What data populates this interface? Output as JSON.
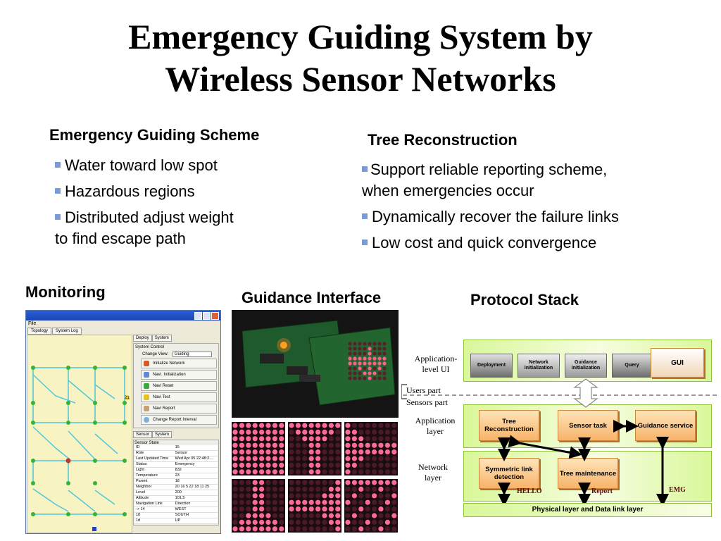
{
  "title": {
    "line1": "Emergency Guiding System by",
    "line2": "Wireless Sensor Networks"
  },
  "scheme": {
    "heading": "Emergency Guiding Scheme",
    "items": [
      {
        "text": "Water toward low spot"
      },
      {
        "text": "Hazardous regions"
      },
      {
        "line1": "Distributed adjust weight",
        "line2": "to find escape path"
      }
    ]
  },
  "tree": {
    "heading": "Tree Reconstruction",
    "items": [
      {
        "line1": "Support reliable reporting scheme,",
        "line2": "when emergencies occur"
      },
      {
        "text": "Dynamically recover the failure links"
      },
      {
        "text": "Low cost and quick convergence"
      }
    ]
  },
  "monitoring": {
    "heading": "Monitoring",
    "menu": "File",
    "tabs": [
      "Topology",
      "System Log"
    ],
    "panel_tabs": [
      "Deploy",
      "System"
    ],
    "system_control": "System Control",
    "change_view_label": "Change View:",
    "change_view_value": "Guiding",
    "buttons": [
      "Initialize Network",
      "Navi. Initialization",
      "Navi Reset",
      "Navi Test",
      "Navi Report",
      "Change Report Interval"
    ],
    "sensor_tabs": [
      "Sensor",
      "System"
    ],
    "sensor_state": "Sensor State",
    "rows": [
      [
        "ID",
        "15"
      ],
      [
        "Role",
        "Sensor"
      ],
      [
        "Last Updated Time",
        "Wed Apr 05 22:48:2..."
      ],
      [
        "Status",
        "Emergency"
      ],
      [
        "Light",
        "832"
      ],
      [
        "Temperature",
        "23"
      ],
      [
        "Parent",
        "18"
      ],
      [
        "Neighbor",
        "20 16 5 22 18 11 25"
      ],
      [
        "Level",
        "200"
      ],
      [
        "Altitude",
        "101.5"
      ],
      [
        "Navigation Link",
        "Direction"
      ],
      [
        "-> 14",
        "WEST"
      ],
      [
        "18",
        "SOUTH"
      ],
      [
        "1d",
        "UP"
      ]
    ],
    "map_label": "21"
  },
  "guidance": {
    "heading": "Guidance Interface"
  },
  "stack": {
    "heading": "Protocol Stack",
    "labels": {
      "app_ui": "Application-level UI",
      "users_part": "Users part",
      "sensors_part": "Sensors part",
      "app_layer": "Application layer",
      "net_layer": "Network layer"
    },
    "ui_boxes": [
      "Deployment",
      "Network initialization",
      "Guidance initialization",
      "Query"
    ],
    "gui": "GUI",
    "app_boxes": [
      "Tree Reconstruction",
      "Sensor task",
      "Guidance service"
    ],
    "net_boxes": [
      "Symmetric link detection",
      "Tree maintenance"
    ],
    "physical": "Physical layer and Data link layer",
    "tags": {
      "hello": "HELLO",
      "report": "Report",
      "emg": "EMG"
    }
  },
  "colors": {
    "bullet": "#7a9bd6",
    "band": "#d9f79a",
    "box": "#f7b36a",
    "accent_blue": "#2a5fd8"
  }
}
